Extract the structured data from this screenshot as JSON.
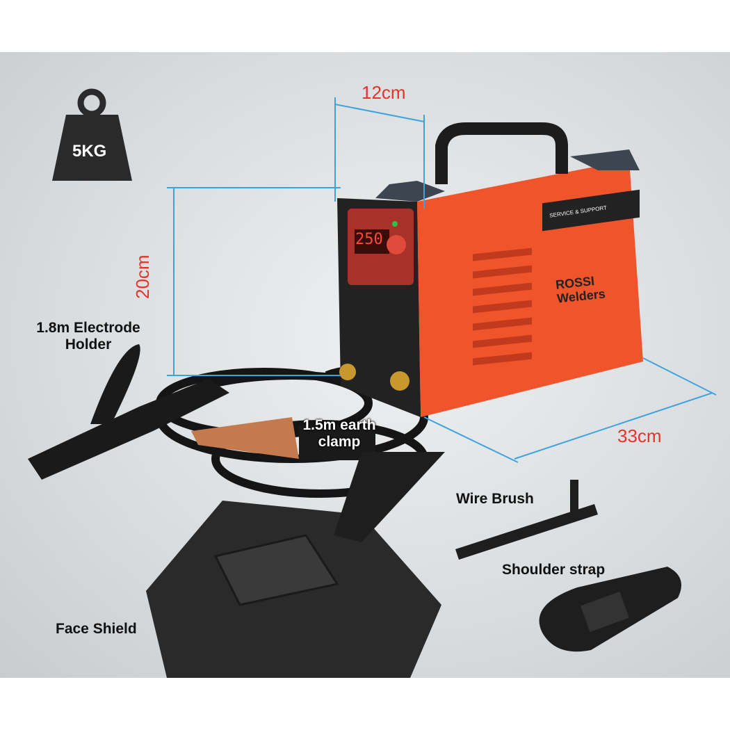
{
  "weight": {
    "label": "5KG",
    "icon": "weight-icon"
  },
  "dimensions": {
    "depth": "12cm",
    "height": "20cm",
    "length": "33cm"
  },
  "labels": {
    "electrode_holder": "1.8m Electrode Holder",
    "earth_clamp": "1.5m earth clamp",
    "wire_brush": "Wire Brush",
    "shoulder_strap": "Shoulder strap",
    "face_shield": "Face Shield"
  },
  "product": {
    "brand": "ROSSI Welders",
    "display": "250",
    "panel_sticker": "SERVICE & SUPPORT"
  },
  "colors": {
    "body": "#f0542a",
    "dimension_line": "#3aa4e0",
    "dimension_text": "#e5322b"
  }
}
